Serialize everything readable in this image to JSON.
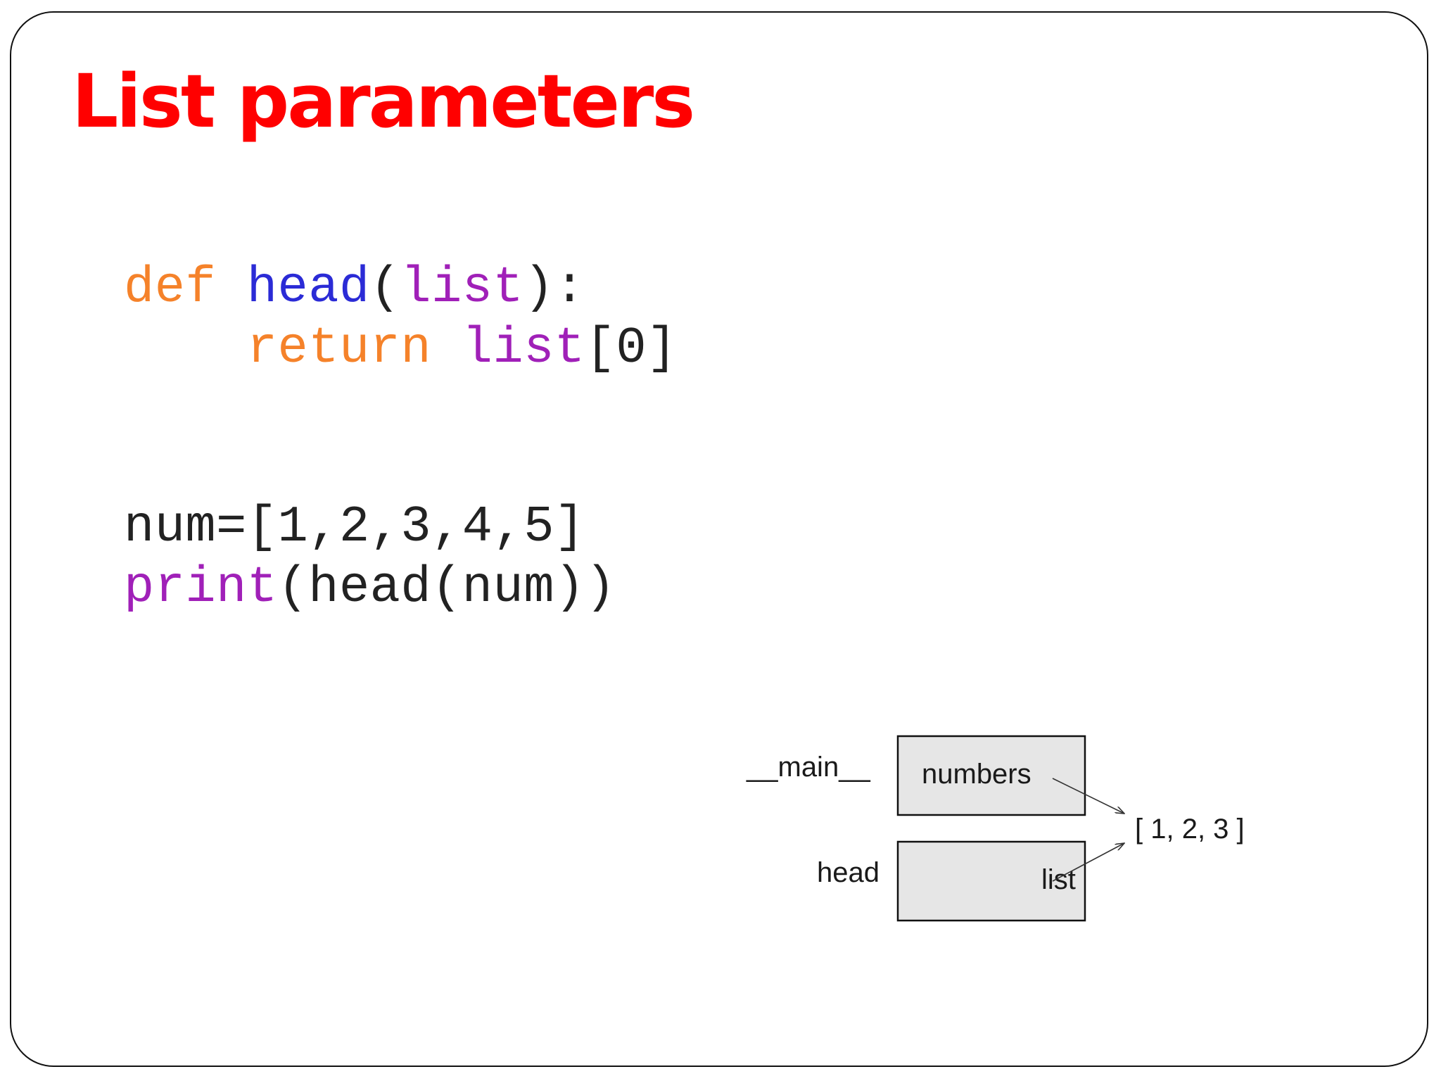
{
  "slide": {
    "title": "List parameters",
    "title_color": "#ff0000"
  },
  "code": {
    "block1": [
      {
        "tokens": [
          {
            "text": "def",
            "color": "#f5822a"
          },
          {
            "text": " ",
            "color": "#000000"
          },
          {
            "text": "head",
            "color": "#2b2bd6"
          },
          {
            "text": "(",
            "color": "#222222"
          },
          {
            "text": "list",
            "color": "#a020b8"
          },
          {
            "text": "):",
            "color": "#222222"
          }
        ]
      },
      {
        "tokens": [
          {
            "text": "    ",
            "color": "#000000"
          },
          {
            "text": "return",
            "color": "#f5822a"
          },
          {
            "text": " ",
            "color": "#000000"
          },
          {
            "text": "list",
            "color": "#a020b8"
          },
          {
            "text": "[0]",
            "color": "#222222"
          }
        ]
      }
    ],
    "block2": [
      {
        "tokens": [
          {
            "text": "num=[1,2,3,4,5]",
            "color": "#222222"
          }
        ]
      },
      {
        "tokens": [
          {
            "text": "print",
            "color": "#a020b8"
          },
          {
            "text": "(head(num))",
            "color": "#222222"
          }
        ]
      }
    ]
  },
  "diagram": {
    "frame_main_label": "__main__",
    "frame_head_label": "head",
    "var_numbers": "numbers",
    "var_list": "list",
    "value": "[ 1, 2, 3 ]",
    "box_fill": "#e6e6e6"
  }
}
